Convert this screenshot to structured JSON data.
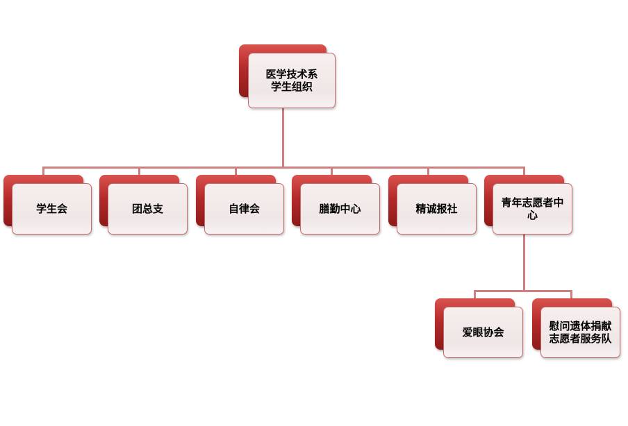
{
  "root": {
    "label": "医学技术系 学生组织"
  },
  "level1": [
    {
      "label": "学生会"
    },
    {
      "label": "团总支"
    },
    {
      "label": "自律会"
    },
    {
      "label": "膳勤中心"
    },
    {
      "label": "精诚报社"
    },
    {
      "label": "青年志愿者中心"
    }
  ],
  "level2": [
    {
      "label": "爱眼协会"
    },
    {
      "label": "慰问遗体捐献志愿者服务队"
    }
  ],
  "colors": {
    "box_red": "#b52a2a",
    "box_light": "#f2eaea",
    "connector": "#cf7f80"
  }
}
